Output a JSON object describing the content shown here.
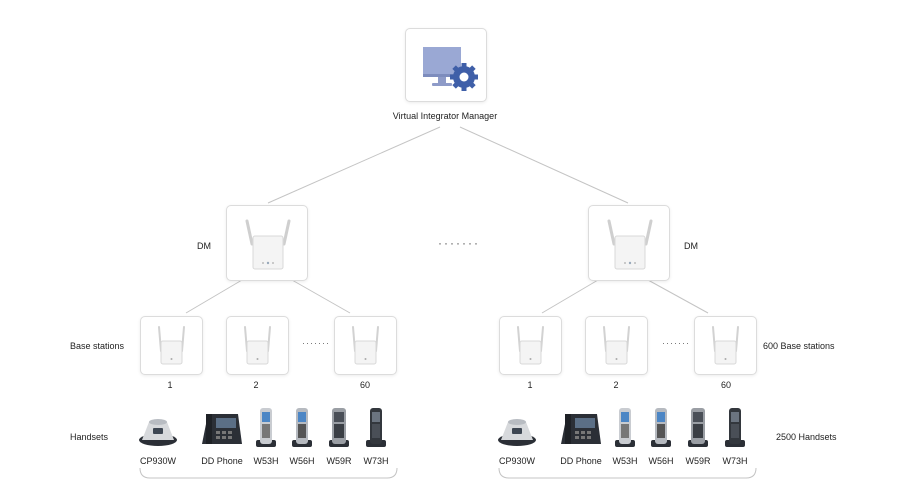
{
  "top": {
    "label": "Virtual Integrator Manager"
  },
  "dm": {
    "left_label": "DM",
    "right_label": "DM"
  },
  "between_dms": "·······",
  "base": {
    "left_label": "Base stations",
    "right_label": "600 Base stations",
    "numbers": [
      "1",
      "2",
      "60"
    ],
    "ellipsis": "·······"
  },
  "handsets": {
    "left_label": "Handsets",
    "right_label": "2500 Handsets",
    "models": [
      "CP930W",
      "DD Phone",
      "W53H",
      "W56H",
      "W59R",
      "W73H"
    ]
  },
  "colors": {
    "line": "#c4c4c4",
    "box_border": "#dcdcdc",
    "monitor": "#9aa8d4",
    "gear": "#3f5fa8",
    "phone_dark": "#2b2f36"
  },
  "icons": {
    "manager": "monitor-gear-icon",
    "dm": "router-antenna-icon",
    "base": "base-station-icon"
  }
}
